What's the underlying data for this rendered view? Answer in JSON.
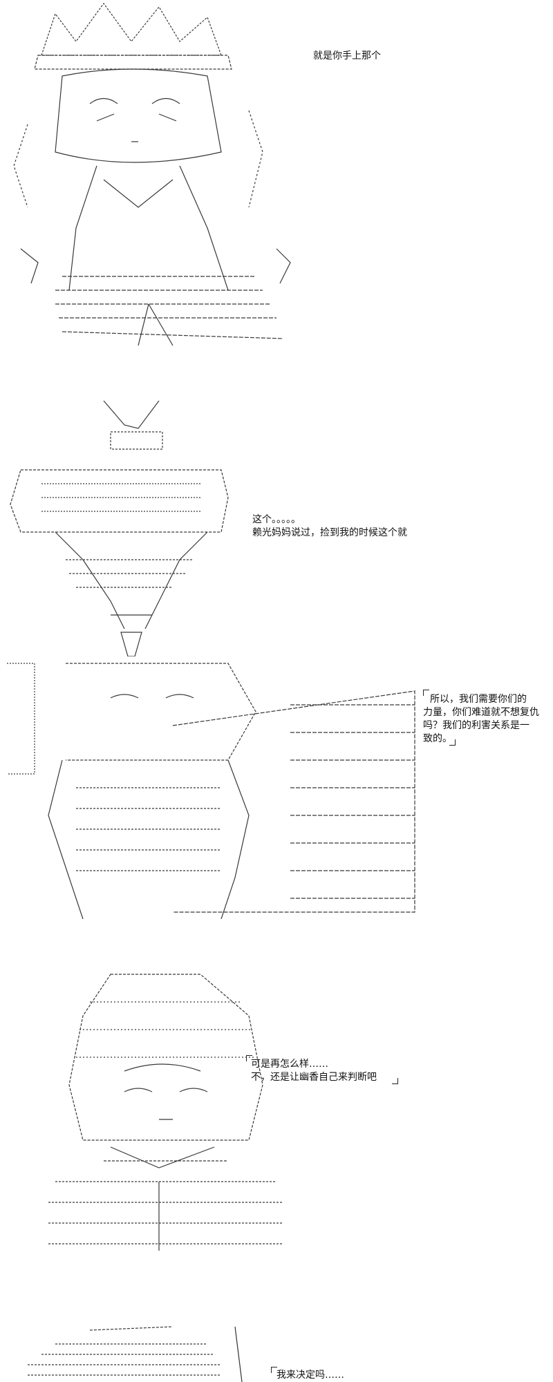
{
  "panels": [
    {
      "id": "panel-1",
      "lines": [
        "就是你手上那个"
      ]
    },
    {
      "id": "panel-2",
      "lines": [
        "这个。。。。。",
        "赖光妈妈说过，捡到我的时候这个就"
      ]
    },
    {
      "id": "panel-3",
      "lines": [
        "所以，我们需要你们的",
        "力量，你们难道就不想复仇",
        "吗？我们的利害关系是一",
        "致的。"
      ]
    },
    {
      "id": "panel-4",
      "lines": [
        "可是再怎么样……",
        "不，还是让幽香自己来判断吧"
      ]
    },
    {
      "id": "panel-5",
      "lines": [
        "我来决定吗……"
      ]
    }
  ]
}
